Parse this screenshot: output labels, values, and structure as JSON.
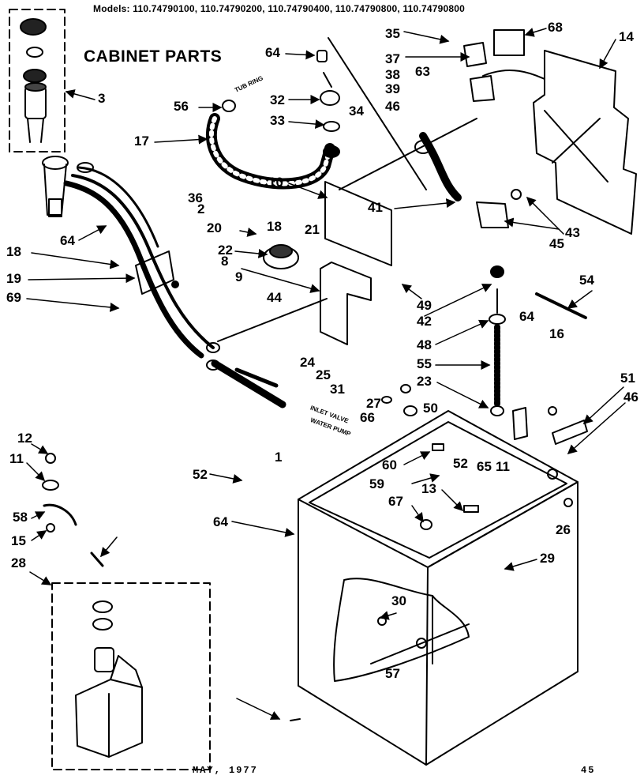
{
  "header": {
    "models": "Models: 110.74790100, 110.74790200, 110.74790400, 110.74790800, 110.74790800"
  },
  "title": "CABINET PARTS",
  "hose_tags": {
    "tub_ring": "TUB RING",
    "inlet_valve": "INLET VALVE",
    "water_pump": "WATER PUMP"
  },
  "footer": {
    "date": "MAY, 1977",
    "page": "45"
  },
  "callouts": [
    "35",
    "68",
    "14",
    "64",
    "37",
    "38",
    "63",
    "56",
    "32",
    "34",
    "39",
    "46",
    "33",
    "17",
    "10",
    "41",
    "18",
    "43",
    "45",
    "36",
    "2",
    "3",
    "64",
    "18",
    "19",
    "69",
    "20",
    "21",
    "22",
    "8",
    "9",
    "44",
    "49",
    "42",
    "54",
    "48",
    "64",
    "55",
    "16",
    "23",
    "24",
    "25",
    "31",
    "27",
    "66",
    "50",
    "51",
    "46",
    "1",
    "12",
    "11",
    "52",
    "60",
    "52",
    "65",
    "11",
    "59",
    "13",
    "58",
    "67",
    "26",
    "15",
    "28",
    "64",
    "29",
    "30",
    "57"
  ]
}
